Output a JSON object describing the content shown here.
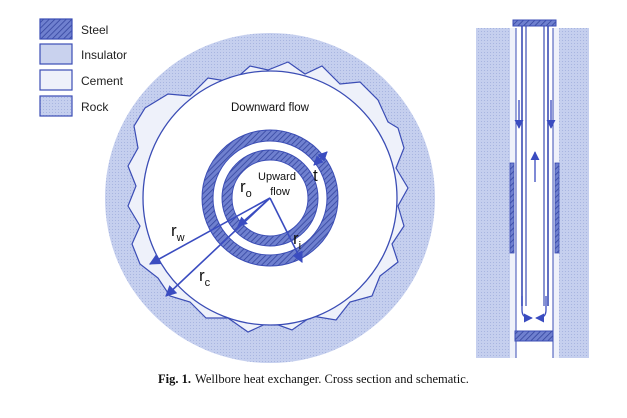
{
  "colors": {
    "steel": "#5b6fc7",
    "insulator": "#c9d2ee",
    "cement": "#eef1fa",
    "rock": "#c5cfee",
    "border": "#3b4db5",
    "arrow": "#3a4cc0",
    "text": "#111111"
  },
  "legend": {
    "items": [
      {
        "label": "Steel",
        "swatch": "steel"
      },
      {
        "label": "Insulator",
        "swatch": "insulator"
      },
      {
        "label": "Cement",
        "swatch": "cement"
      },
      {
        "label": "Rock",
        "swatch": "rock"
      }
    ]
  },
  "labels": {
    "downward_flow": "Downward flow",
    "upward": "Upward",
    "flow": "flow",
    "t": "t",
    "r_o_main": "r",
    "r_o_sub": "o",
    "r_i_main": "r",
    "r_i_sub": "i",
    "r_w_main": "r",
    "r_w_sub": "w",
    "r_c_main": "r",
    "r_c_sub": "c"
  },
  "caption": {
    "label": "Fig. 1.",
    "text": "Wellbore heat exchanger. Cross section and schematic."
  }
}
